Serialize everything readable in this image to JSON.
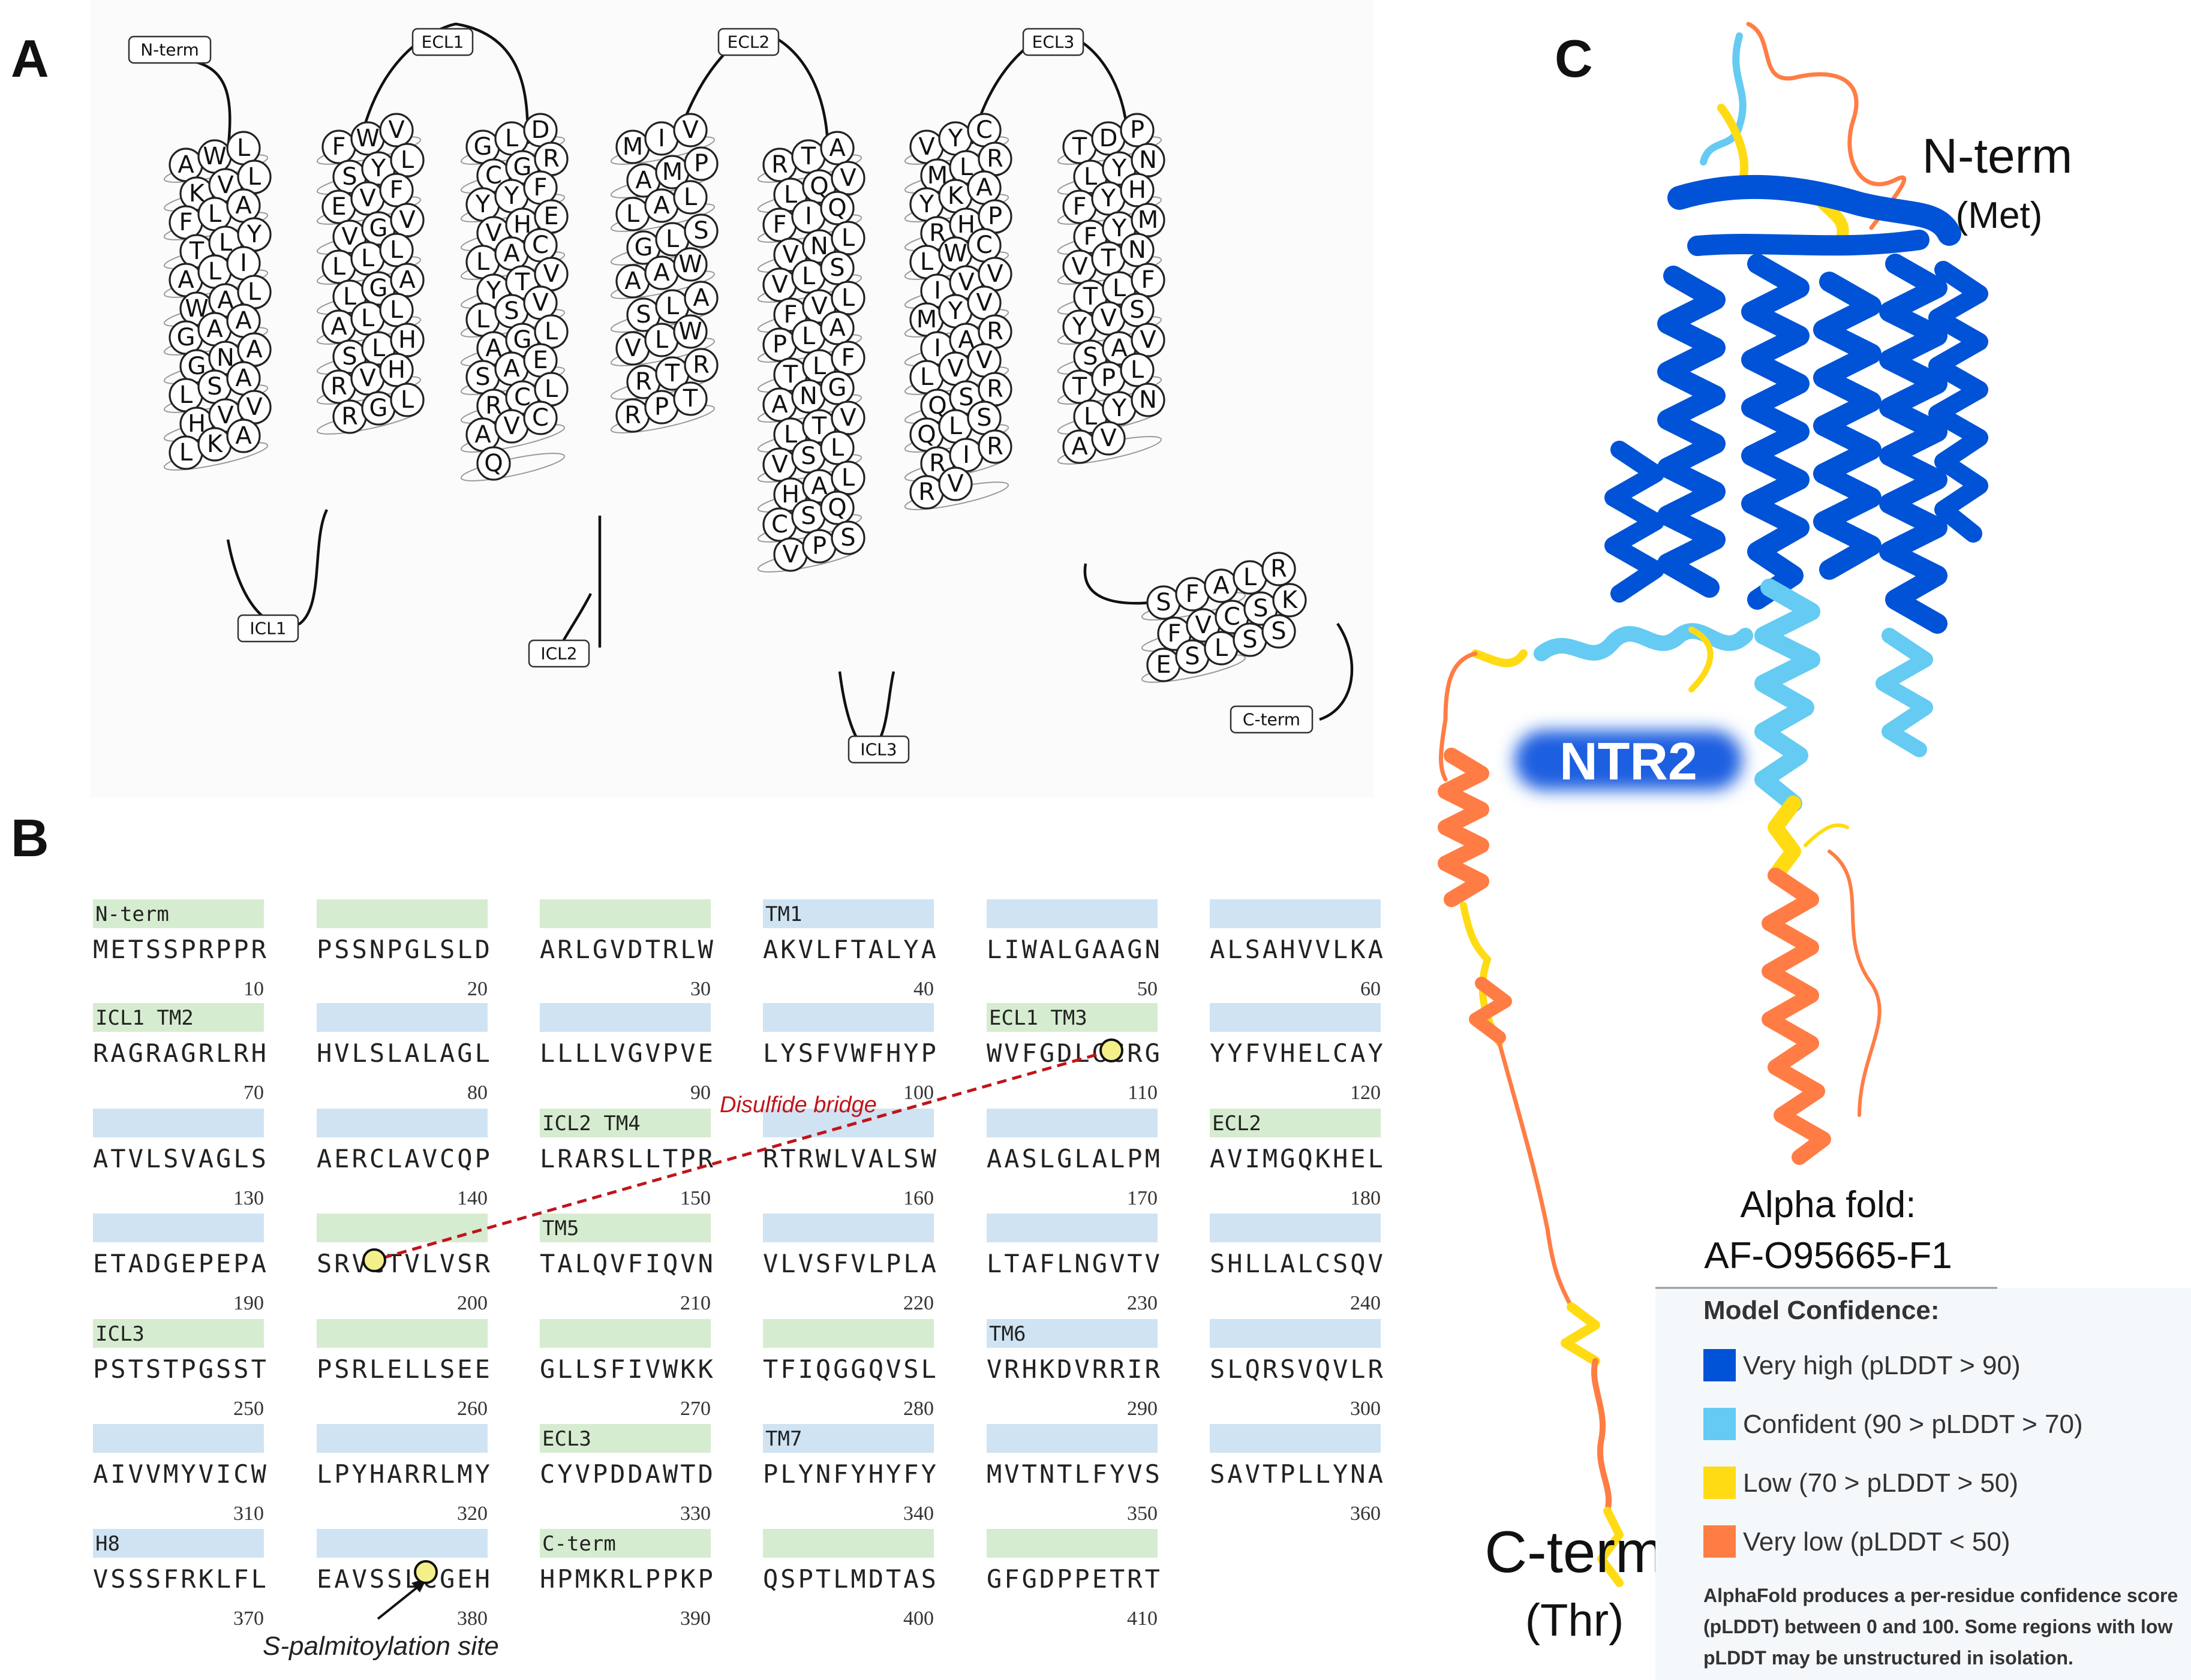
{
  "panels": {
    "a": "A",
    "b": "B",
    "c": "C"
  },
  "snake": {
    "loops": {
      "nterm": "N-term",
      "ecl1": "ECL1",
      "ecl2": "ECL2",
      "ecl3": "ECL3",
      "icl1": "ICL1",
      "icl2": "ICL2",
      "icl3": "ICL3",
      "cterm": "C-term"
    },
    "tm1": [
      "A",
      "W",
      "L",
      "K",
      "V",
      "L",
      "F",
      "L",
      "A",
      "T",
      "L",
      "Y",
      "A",
      "L",
      "I",
      "W",
      "A",
      "L",
      "G",
      "A",
      "A",
      "G",
      "N",
      "A",
      "L",
      "S",
      "A",
      "H",
      "V",
      "V",
      "L",
      "K",
      "A"
    ],
    "tm2": [
      "F",
      "W",
      "V",
      "S",
      "Y",
      "L",
      "E",
      "V",
      "F",
      "V",
      "G",
      "V",
      "L",
      "L",
      "L",
      "L",
      "G",
      "A",
      "A",
      "L",
      "L",
      "S",
      "L",
      "H",
      "R",
      "V",
      "H",
      "R",
      "G",
      "L"
    ],
    "tm3": [
      "G",
      "L",
      "D",
      "C",
      "G",
      "R",
      "Y",
      "Y",
      "F",
      "V",
      "H",
      "E",
      "L",
      "A",
      "C",
      "Y",
      "T",
      "V",
      "L",
      "S",
      "V",
      "A",
      "G",
      "L",
      "S",
      "A",
      "E",
      "R",
      "C",
      "L",
      "A",
      "V",
      "C",
      "Q"
    ],
    "tm4": [
      "M",
      "I",
      "V",
      "A",
      "M",
      "P",
      "L",
      "A",
      "L",
      "G",
      "L",
      "S",
      "A",
      "A",
      "W",
      "S",
      "L",
      "A",
      "V",
      "L",
      "W",
      "R",
      "T",
      "R",
      "R",
      "P",
      "T"
    ],
    "tm5": [
      "R",
      "T",
      "A",
      "L",
      "Q",
      "V",
      "F",
      "I",
      "Q",
      "V",
      "N",
      "L",
      "V",
      "L",
      "S",
      "F",
      "V",
      "L",
      "P",
      "L",
      "A",
      "T",
      "L",
      "F",
      "A",
      "N",
      "G",
      "L",
      "T",
      "V",
      "V",
      "S",
      "L",
      "H",
      "A",
      "L",
      "C",
      "S",
      "Q",
      "V",
      "P",
      "S"
    ],
    "tm6": [
      "V",
      "Y",
      "C",
      "M",
      "L",
      "R",
      "Y",
      "K",
      "A",
      "R",
      "H",
      "P",
      "L",
      "W",
      "C",
      "I",
      "V",
      "V",
      "M",
      "Y",
      "V",
      "I",
      "A",
      "R",
      "L",
      "V",
      "V",
      "Q",
      "S",
      "R",
      "Q",
      "L",
      "S",
      "R",
      "I",
      "R",
      "R",
      "V"
    ],
    "tm7": [
      "T",
      "D",
      "P",
      "L",
      "Y",
      "N",
      "F",
      "Y",
      "H",
      "F",
      "Y",
      "M",
      "V",
      "T",
      "N",
      "T",
      "L",
      "F",
      "Y",
      "V",
      "S",
      "S",
      "A",
      "V",
      "T",
      "P",
      "L",
      "L",
      "Y",
      "N",
      "A",
      "V"
    ],
    "h8": [
      "S",
      "F",
      "A",
      "L",
      "R",
      "F",
      "V",
      "C",
      "S",
      "K",
      "E",
      "S",
      "L",
      "S",
      "S"
    ]
  },
  "sequence": {
    "blocks": [
      {
        "seq": "METSSPRPPR",
        "num": "10",
        "label": "N-term"
      },
      {
        "seq": "PSSNPGLSLD",
        "num": "20",
        "label": ""
      },
      {
        "seq": "ARLGVDTRLW",
        "num": "30",
        "label": ""
      },
      {
        "seq": "AKVLFTALYA",
        "num": "40",
        "label": "TM1"
      },
      {
        "seq": "LIWALGAAGN",
        "num": "50",
        "label": ""
      },
      {
        "seq": "ALSAHVVLKA",
        "num": "60",
        "label": ""
      },
      {
        "seq": "RAGRAGRLRH",
        "num": "70",
        "label": "ICL1   TM2"
      },
      {
        "seq": "HVLSLALAGL",
        "num": "80",
        "label": ""
      },
      {
        "seq": "LLLLVGVPVE",
        "num": "90",
        "label": ""
      },
      {
        "seq": "LYSFVWFHYP",
        "num": "100",
        "label": ""
      },
      {
        "seq": "WVFGDLGCRG",
        "num": "110",
        "label": "ECL1   TM3"
      },
      {
        "seq": "YYFVHELCAY",
        "num": "120",
        "label": ""
      },
      {
        "seq": "ATVLSVAGLS",
        "num": "130",
        "label": ""
      },
      {
        "seq": "AERCLAVCQP",
        "num": "140",
        "label": ""
      },
      {
        "seq": "LRARSLLTPR",
        "num": "150",
        "label": "ICL2        TM4"
      },
      {
        "seq": "RTRWLVALSW",
        "num": "160",
        "label": ""
      },
      {
        "seq": "AASLGLALPM",
        "num": "170",
        "label": ""
      },
      {
        "seq": "AVIMGQKHEL",
        "num": "180",
        "label": "ECL2"
      },
      {
        "seq": "ETADGEPEPA",
        "num": "190",
        "label": ""
      },
      {
        "seq": "SRVCTVLVSR",
        "num": "200",
        "label": ""
      },
      {
        "seq": "TALQVFIQVN",
        "num": "210",
        "label": "TM5"
      },
      {
        "seq": "VLVSFVLPLA",
        "num": "220",
        "label": ""
      },
      {
        "seq": "LTAFLNGVTV",
        "num": "230",
        "label": ""
      },
      {
        "seq": "SHLLALCSQV",
        "num": "240",
        "label": ""
      },
      {
        "seq": "PSTSTPGSST",
        "num": "250",
        "label": "ICL3"
      },
      {
        "seq": "PSRLELLSEE",
        "num": "260",
        "label": ""
      },
      {
        "seq": "GLLSFIVWKK",
        "num": "270",
        "label": ""
      },
      {
        "seq": "TFIQGGQVSL",
        "num": "280",
        "label": ""
      },
      {
        "seq": "VRHKDVRRIR",
        "num": "290",
        "label": "TM6"
      },
      {
        "seq": "SLQRSVQVLR",
        "num": "300",
        "label": ""
      },
      {
        "seq": "AIVVMYVICW",
        "num": "310",
        "label": ""
      },
      {
        "seq": "LPYHARRLMY",
        "num": "320",
        "label": ""
      },
      {
        "seq": "CYVPDDAWTD",
        "num": "330",
        "label": "ECL3"
      },
      {
        "seq": "PLYNFYHYFY",
        "num": "340",
        "label": "TM7"
      },
      {
        "seq": "MVTNTLFYVS",
        "num": "350",
        "label": ""
      },
      {
        "seq": "SAVTPLLYNA",
        "num": "360",
        "label": ""
      },
      {
        "seq": "VSSSFRKLFL",
        "num": "370",
        "label": "H8"
      },
      {
        "seq": "EAVSSLCGEH",
        "num": "380",
        "label": ""
      },
      {
        "seq": "HPMKRLPPKP",
        "num": "390",
        "label": "C-term"
      },
      {
        "seq": "QSPTLMDTAS",
        "num": "400",
        "label": ""
      },
      {
        "seq": "GFGDPPETRT",
        "num": "410",
        "label": ""
      }
    ],
    "annotations": {
      "disulfide": "Disulfide bridge",
      "palmitoylation": "S-palmitoylation site"
    }
  },
  "structure": {
    "nterm": "N-term",
    "nterm_res": "(Met)",
    "cterm": "C-term",
    "cterm_res": "(Thr)",
    "name": "NTR2",
    "alphafold_title": "Alpha fold:",
    "alphafold_id": "AF-O95665-F1"
  },
  "legend": {
    "title": "Model Confidence:",
    "items": [
      {
        "label": "Very high (pLDDT > 90)",
        "color": "#0053d6"
      },
      {
        "label": "Confident (90 > pLDDT > 70)",
        "color": "#65cbf3"
      },
      {
        "label": "Low (70 > pLDDT > 50)",
        "color": "#ffdb13"
      },
      {
        "label": "Very low (pLDDT < 50)",
        "color": "#ff7d45"
      }
    ],
    "note_line1": "AlphaFold produces a per-residue confidence score",
    "note_line2": "(pLDDT) between 0 and 100. Some regions with low",
    "note_line3": "pLDDT may be unstructured in isolation."
  },
  "colors": {
    "very_high": "#0053d6",
    "confident": "#65cbf3",
    "low": "#ffdb13",
    "very_low": "#ff7d45",
    "tm_bar": "#cfe3f3",
    "loop_bar": "#d6ecd0",
    "disulfide_line": "#c0151a",
    "highlight": "#f3f08a"
  }
}
